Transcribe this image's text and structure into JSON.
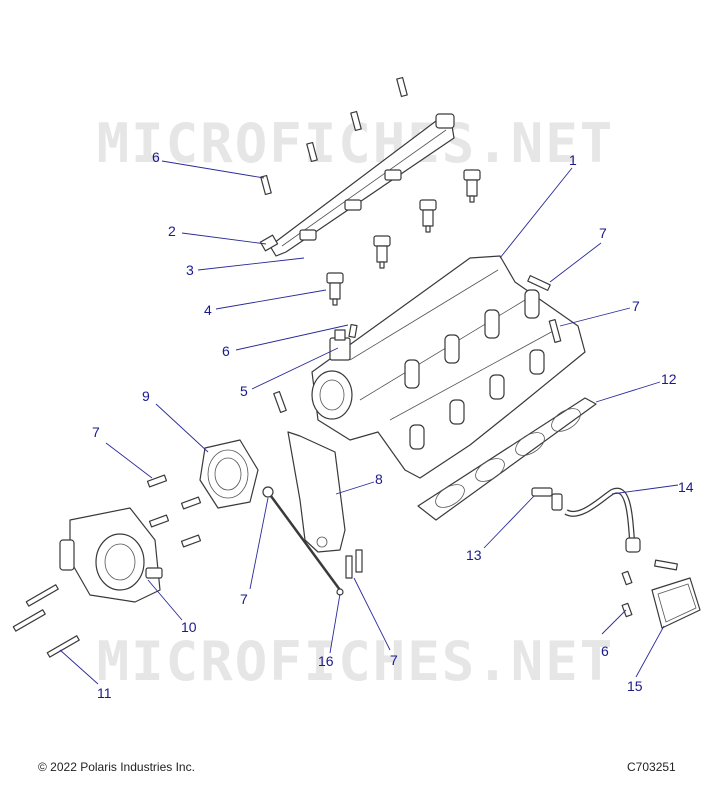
{
  "watermark": "MICROFICHES.NET",
  "footer": {
    "copyright": "© 2022 Polaris Industries Inc.",
    "code": "C703251"
  },
  "callouts": [
    "1",
    "2",
    "3",
    "4",
    "5",
    "6",
    "6",
    "6",
    "7",
    "7",
    "7",
    "7",
    "7",
    "8",
    "9",
    "10",
    "11",
    "12",
    "13",
    "14",
    "15",
    "16"
  ],
  "colors": {
    "callout": "#1a1a8c",
    "line": "#3a3a3a",
    "watermark": "#8c8c8c"
  }
}
